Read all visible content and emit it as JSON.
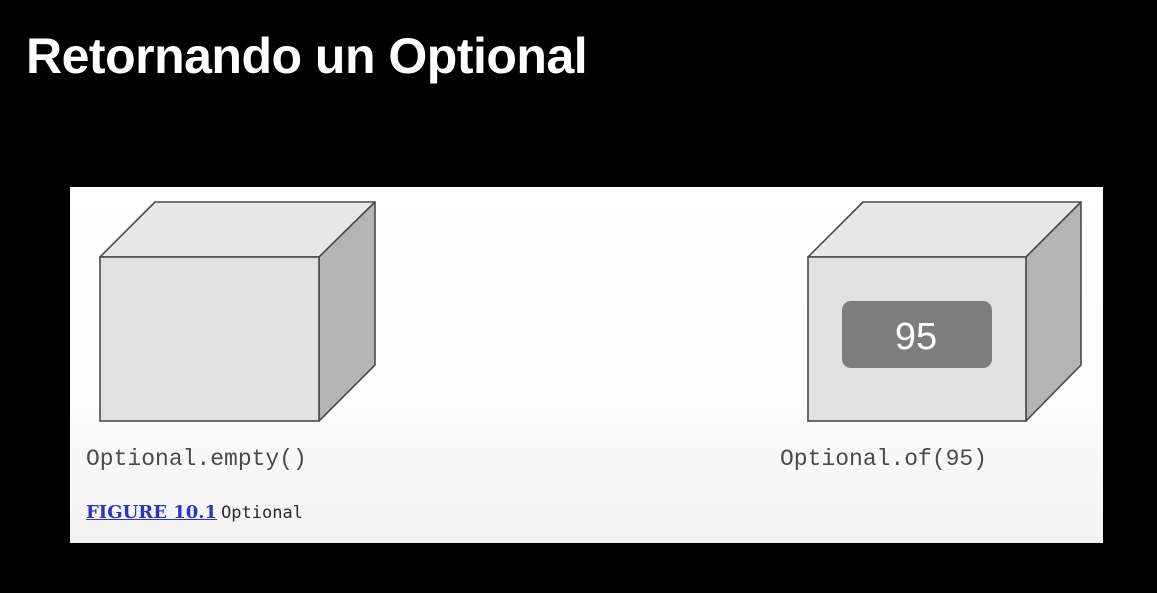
{
  "slide": {
    "title": "Retornando un Optional"
  },
  "figure": {
    "left_box": {
      "caption": "Optional.empty()"
    },
    "right_box": {
      "value": "95",
      "caption": "Optional.of(95)"
    },
    "label": "FIGURE 10.1",
    "caption": "Optional"
  },
  "colors": {
    "background": "#000000",
    "title": "#ffffff",
    "box_front": "#e1e1e1",
    "box_top": "#e8e8e8",
    "box_side": "#b4b4b4",
    "value_badge": "#7d7d7d",
    "link": "#2a33c6"
  }
}
